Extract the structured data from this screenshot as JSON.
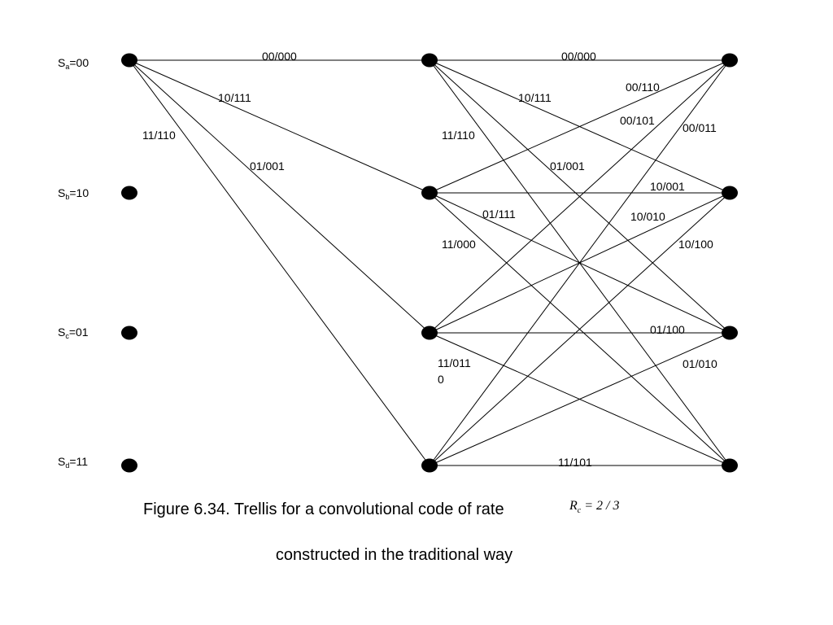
{
  "states": [
    {
      "letter": "S",
      "sub": "a",
      "value": "=00"
    },
    {
      "letter": "S",
      "sub": "b",
      "value": "=10"
    },
    {
      "letter": "S",
      "sub": "c",
      "value": "=01"
    },
    {
      "letter": "S",
      "sub": "d",
      "value": "=11"
    }
  ],
  "transitions_stage1": [
    {
      "from": 0,
      "to": 0,
      "label": "00/000"
    },
    {
      "from": 0,
      "to": 1,
      "label": "10/111"
    },
    {
      "from": 0,
      "to": 2,
      "label": "01/001"
    },
    {
      "from": 0,
      "to": 3,
      "label": "11/110"
    }
  ],
  "branch_labels_stage2": [
    "00/000",
    "10/111",
    "11/110",
    "01/001",
    "00/110",
    "00/101",
    "00/011",
    "10/001",
    "01/111",
    "10/010",
    "11/000",
    "10/100",
    "01/100",
    "11/011",
    "0",
    "01/010",
    "11/101"
  ],
  "caption": {
    "line1": "Figure 6.34. Trellis for a convolutional code of rate",
    "rate_symbol": "R",
    "rate_sub": "c",
    "rate_value": "= 2 / 3",
    "line2": "constructed in the traditional way"
  },
  "colors": {
    "node": "#000000",
    "edge": "#000000",
    "background": "#ffffff"
  }
}
